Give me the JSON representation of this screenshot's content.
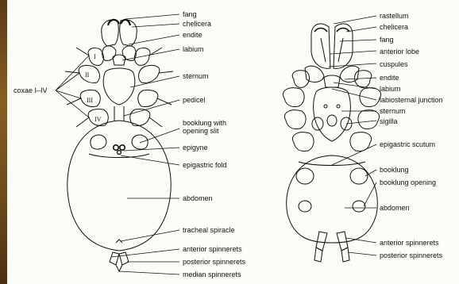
{
  "left_diagram": {
    "labels": {
      "fang": "fang",
      "chelicera": "chelicera",
      "endite": "endite",
      "labium": "labium",
      "coxae": "coxae I–IV",
      "sternum": "sternum",
      "pedicel": "pedicel",
      "booklung_slit_1": "booklung with",
      "booklung_slit_2": "opening slit",
      "epigyne": "epigyne",
      "epigastric_fold": "epigastric fold",
      "abdomen": "abdomen",
      "tracheal_spiracle": "tracheal spiracle",
      "anterior_spinnerets": "anterior spinnerets",
      "posterior_spinnerets": "posterior spinnerets",
      "median_spinnerets": "median spinnerets"
    },
    "coxa_numerals": [
      "I",
      "II",
      "III",
      "IV"
    ]
  },
  "right_diagram": {
    "labels": {
      "rastellum": "rastellum",
      "chelicera": "chelicera",
      "fang": "fang",
      "anterior_lobe": "anterior lobe",
      "cuspules": "cuspules",
      "endite": "endite",
      "labium": "labium",
      "labiosternal_junction": "labiosternal junction",
      "sternum": "sternum",
      "sigilla": "sigilla",
      "epigastric_scutum": "epigastric scutum",
      "booklung": "booklung",
      "booklung_opening": "booklung opening",
      "abdomen": "abdomen",
      "anterior_spinnerets": "anterior spinnerets",
      "posterior_spinnerets": "posterior spinnerets"
    }
  },
  "colors": {
    "ink": "#111111",
    "paper": "#fbfbf8",
    "backdrop": "#6d4a1c"
  }
}
